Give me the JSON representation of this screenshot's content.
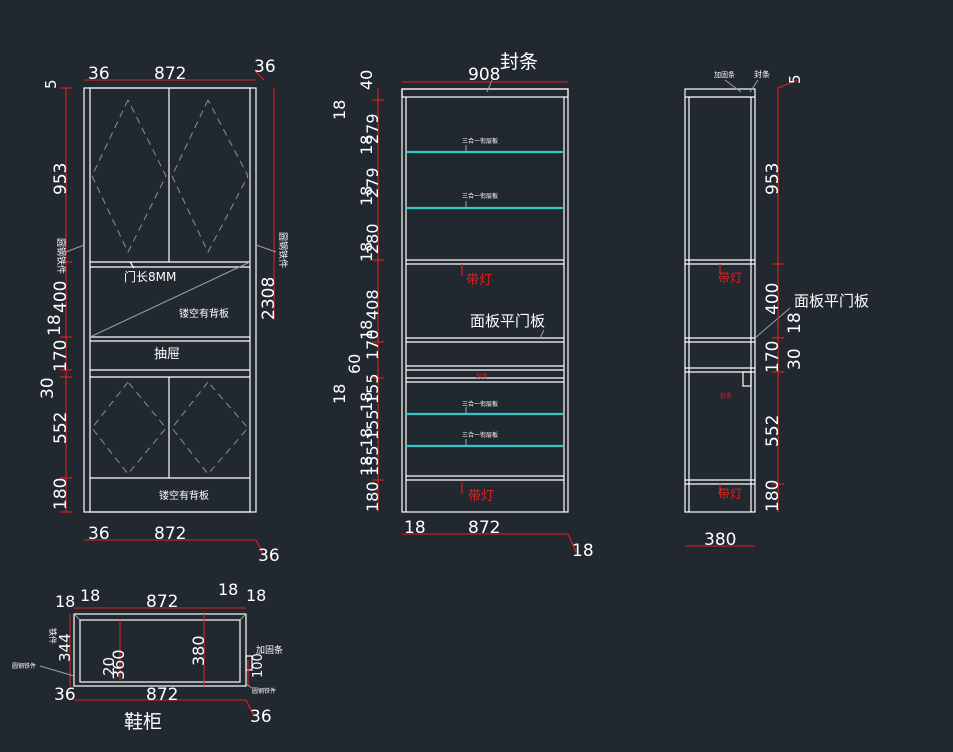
{
  "front": {
    "top": [
      "5",
      "36",
      "872",
      "36"
    ],
    "left": [
      "953",
      "400",
      "18",
      "170",
      "30",
      "552",
      "180"
    ],
    "bottom": [
      "36",
      "872",
      "36"
    ],
    "total": "2308",
    "door_note": "门长8MM",
    "back1": "镂空有背板",
    "drawer": "抽屉",
    "back2": "镂空有背板",
    "side_left": "圆钢铁件",
    "side_right": "圆钢铁件"
  },
  "section": {
    "title": "封条",
    "top_width": "908",
    "left": [
      "40",
      "18",
      "279",
      "18",
      "279",
      "18",
      "280",
      "18",
      "408",
      "18",
      "170",
      "60",
      "18",
      "155",
      "18",
      "155",
      "18",
      "155",
      "18",
      "180"
    ],
    "shelf1": "三合一衔层板",
    "shelf2": "三合一衔层板",
    "light1": "带灯",
    "panel": "面板平门板",
    "strip": "封条",
    "shelf3": "三合一衔层板",
    "shelf4": "三合一衔层板",
    "light2": "带灯",
    "bottom": [
      "18",
      "872",
      "18"
    ]
  },
  "side": {
    "tag1": "加固条",
    "tag2": "封条",
    "top": "5",
    "right": [
      "953",
      "400",
      "18",
      "170",
      "30",
      "552",
      "180"
    ],
    "light1": "带灯",
    "panel": "面板平门板",
    "strip": "封条",
    "light2": "带灯",
    "depth": "380"
  },
  "plan": {
    "top": [
      "18",
      "18",
      "872",
      "18",
      "18"
    ],
    "left": "344",
    "tag_left": "圆钢铁件",
    "tag_left2": "铁件",
    "inner": [
      "20",
      "360",
      "380"
    ],
    "tag_right": "加固条",
    "tag_right2": "圆钢铁件",
    "right_dim": "100",
    "bottom": [
      "36",
      "872",
      "36"
    ],
    "title": "鞋柜"
  }
}
